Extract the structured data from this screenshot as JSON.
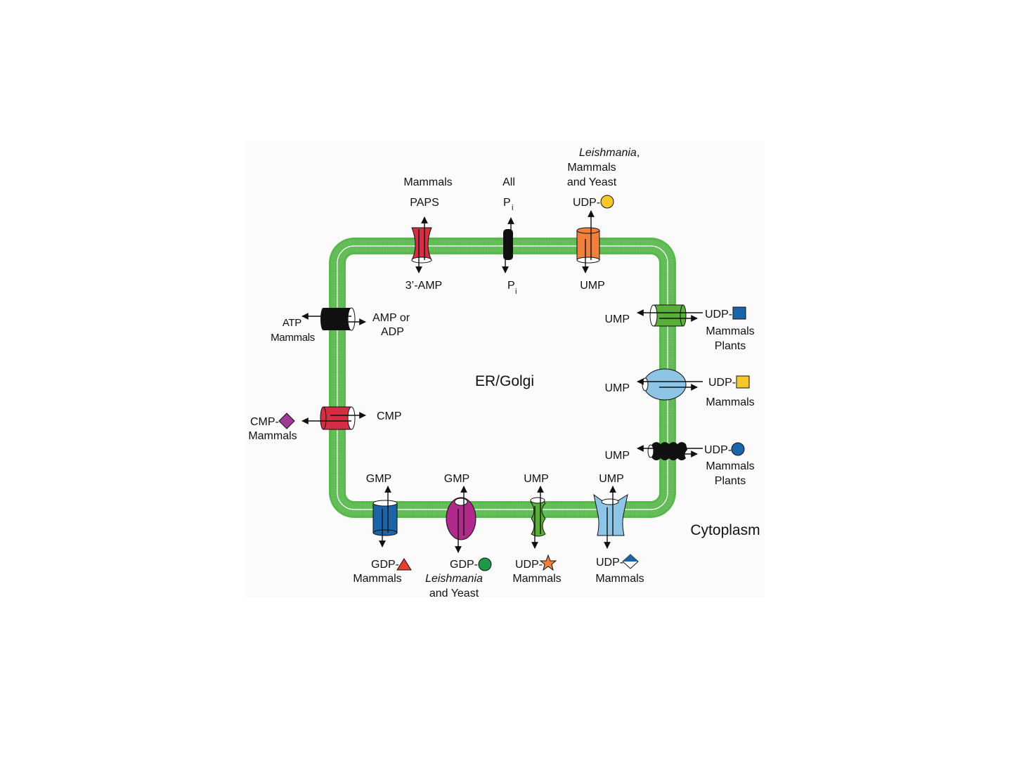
{
  "compartments": {
    "lumen": "ER/Golgi",
    "outside": "Cytoplasm"
  },
  "top_transporters": [
    {
      "id": "paps",
      "organism": "Mammals",
      "outside_substrate": "PAPS",
      "lumen_product": "3’-AMP",
      "color": "#d42d44"
    },
    {
      "id": "pi",
      "organism": "All",
      "outside_substrate": "P",
      "outside_subscript": "i",
      "lumen_product": "P",
      "lumen_subscript": "i",
      "color": "#111111"
    },
    {
      "id": "udp-yellow-circle",
      "organism_italic": "Leishmania",
      "organism_rest": ",",
      "organism_line2": "Mammals",
      "organism_line3": "and Yeast",
      "outside_substrate": "UDP-",
      "lumen_product": "UMP",
      "color": "#f0803c",
      "sugar_color": "#f5c92a"
    }
  ],
  "right_transporters": [
    {
      "id": "udp-blue-square",
      "lumen_product": "UMP",
      "outside_substrate": "UDP-",
      "organism": "Mammals",
      "organism_line2": "Plants",
      "color": "#5aaf3a",
      "sugar_color": "#1c64a8"
    },
    {
      "id": "udp-yellow-square",
      "lumen_product": "UMP",
      "outside_substrate": "UDP-",
      "organism": "Mammals",
      "color": "#8ec4e6",
      "sugar_color": "#f5c92a"
    },
    {
      "id": "udp-blue-circle",
      "lumen_product": "UMP",
      "outside_substrate": "UDP-",
      "organism": "Mammals",
      "organism_line2": "Plants",
      "color": "#111111",
      "sugar_color": "#1c64a8"
    }
  ],
  "left_transporters": [
    {
      "id": "atp",
      "outside_substrate": "ATP",
      "organism": "Mammals",
      "lumen_product": "AMP or",
      "lumen_product_line2": "ADP",
      "color": "#111111"
    },
    {
      "id": "cmp",
      "outside_substrate": "CMP-",
      "organism": "Mammals",
      "lumen_product": "CMP",
      "color": "#d42d44",
      "sugar_color": "#a03a98"
    }
  ],
  "bottom_transporters": [
    {
      "id": "gdp-red-triangle",
      "lumen_product": "GMP",
      "outside_substrate": "GDP-",
      "organism": "Mammals",
      "color": "#1c64a8",
      "sugar_color": "#e8402a"
    },
    {
      "id": "gdp-green-circle",
      "lumen_product": "GMP",
      "outside_substrate": "GDP-",
      "organism_italic": "Leishmania",
      "organism_line2": "and Yeast",
      "color": "#b02a8c",
      "sugar_color": "#1a9a48"
    },
    {
      "id": "udp-orange-star",
      "lumen_product": "UMP",
      "outside_substrate": "UDP-",
      "organism": "Mammals",
      "color": "#5aaf3a",
      "sugar_color": "#f0803c"
    },
    {
      "id": "udp-blue-diamond",
      "lumen_product": "UMP",
      "outside_substrate": "UDP-",
      "organism": "Mammals",
      "color": "#8ec4e6",
      "sugar_color": "#1c64a8"
    }
  ],
  "colors": {
    "membrane_head": "#56b84a",
    "membrane_tail": "#777777"
  }
}
